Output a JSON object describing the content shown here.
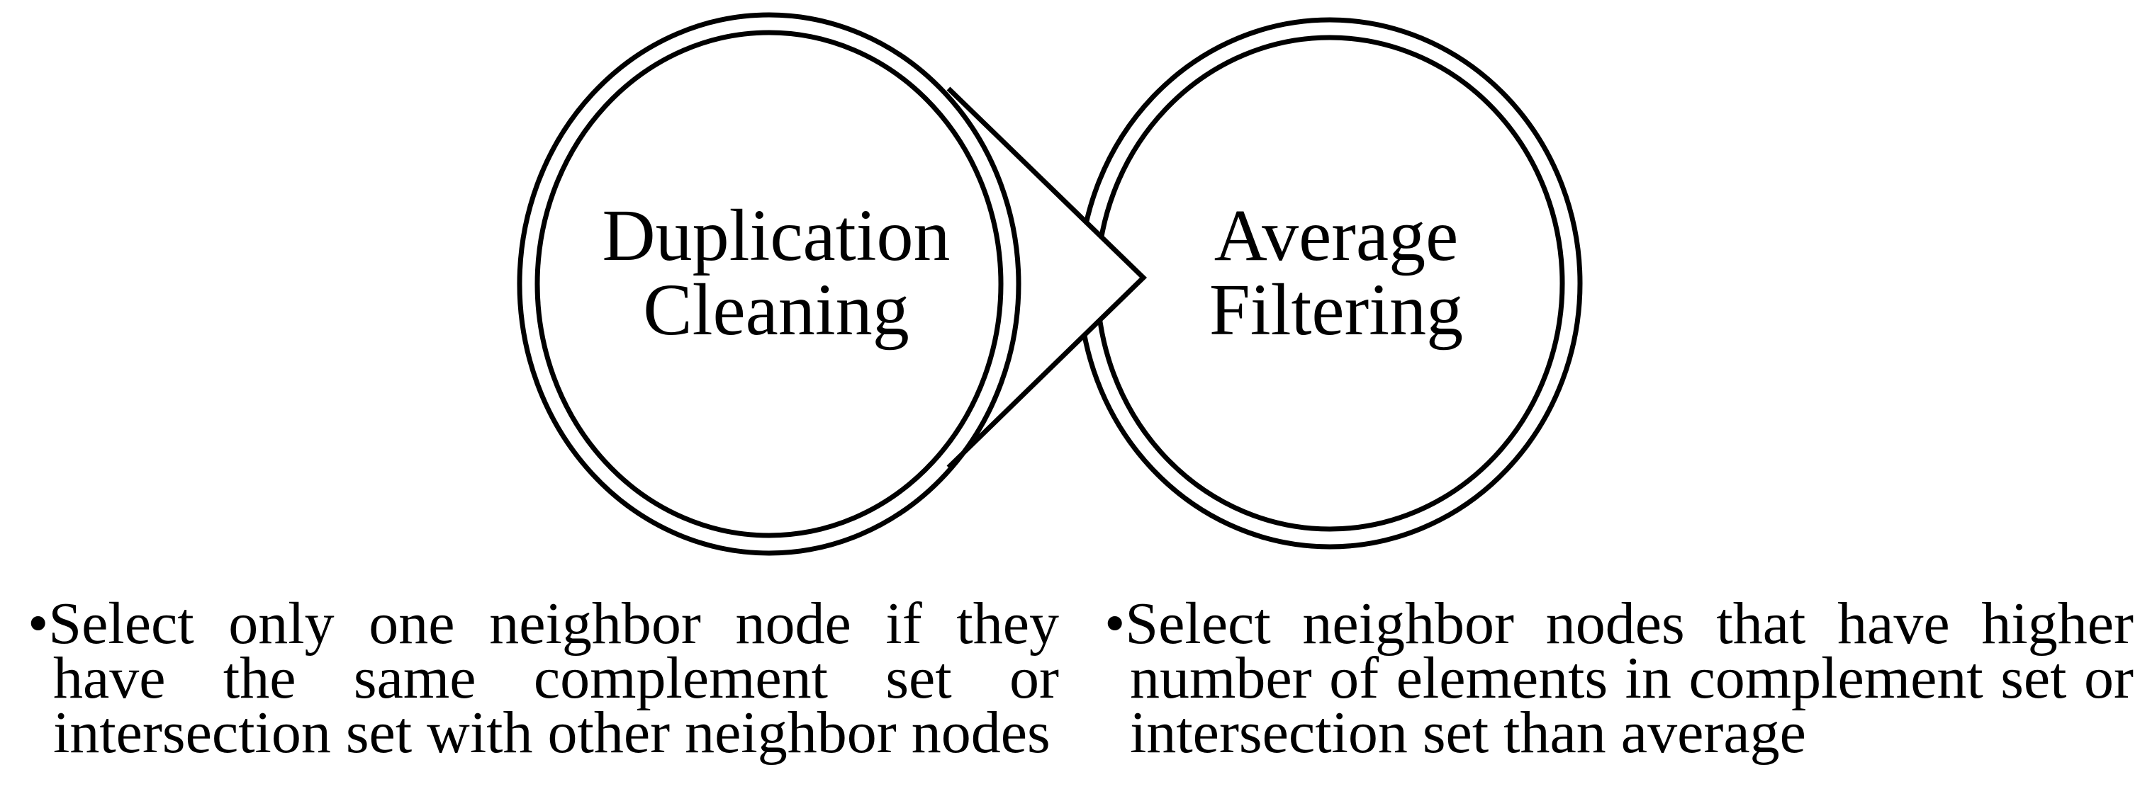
{
  "figure": {
    "background": "#ffffff",
    "stroke_color": "#000000",
    "text_color": "#000000",
    "nodes": [
      {
        "id": "duplication-cleaning",
        "title_lines": [
          "Duplication",
          "Cleaning"
        ],
        "desc_lines": [
          "•Select only one neighbor node if they",
          "have the same complement set or",
          "intersection set with other neighbor nodes"
        ]
      },
      {
        "id": "average-filtering",
        "title_lines": [
          "Average",
          "Filtering"
        ],
        "desc_lines": [
          "•Select neighbor nodes that have higher",
          "number of elements in complement set or",
          "intersection set than average"
        ]
      }
    ],
    "connector": {
      "type": "arrowhead-right",
      "from": "duplication-cleaning",
      "to": "average-filtering"
    }
  }
}
